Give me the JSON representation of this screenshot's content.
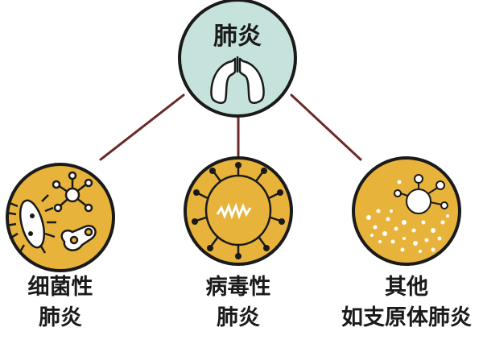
{
  "root": {
    "title": "肺炎",
    "icon": "lungs-icon"
  },
  "branches": [
    {
      "id": "bacterial",
      "line1": "细菌性",
      "line2": "肺炎",
      "icon": "bacteria-icon"
    },
    {
      "id": "viral",
      "line1": "病毒性",
      "line2": "肺炎",
      "icon": "virus-icon"
    },
    {
      "id": "other",
      "line1": "其他",
      "line2": "如支原体肺炎",
      "icon": "mycoplasma-icon"
    }
  ],
  "colors": {
    "root_fill": "#c5e3dc",
    "branch_fill": "#e8b33a",
    "outline": "#1a1a1a",
    "connector": "#6b2a2a",
    "detail": "#ffffff"
  }
}
